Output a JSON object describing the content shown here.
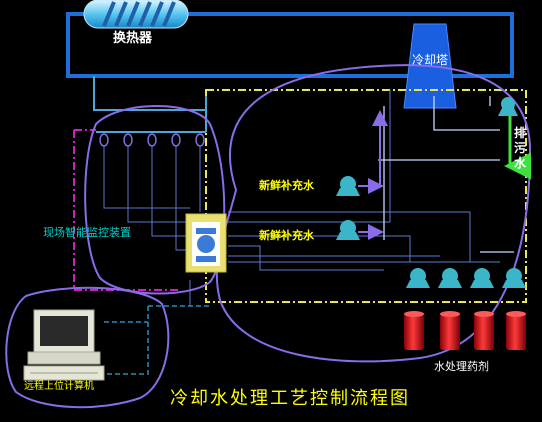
{
  "diagram": {
    "title": "冷却水处理工艺控制流程图",
    "nodes": {
      "heat_exchanger": "换热器",
      "cooling_tower": "冷却塔",
      "blowdown": [
        "排",
        "污",
        "水"
      ],
      "makeup_water_1": "新鲜补充水",
      "makeup_water_2": "新鲜补充水",
      "field_controller": "现场智能监控装置",
      "chemicals": "水处理药剂",
      "remote_computer": "远程上位计算机"
    },
    "colors": {
      "pipe_blue": "#1e6fd8",
      "tower_blue": "#1a5fe0",
      "signal_green": "#7ad07a",
      "loop_purple": "#8a6be8",
      "boundary_yellow": "#e8e855",
      "boundary_magenta": "#d020c0",
      "boundary_cyan": "#2a8abf",
      "pump_cyan": "#3ab6c8",
      "tank_red": "#d0202a",
      "arrow_green": "#40e040"
    }
  }
}
